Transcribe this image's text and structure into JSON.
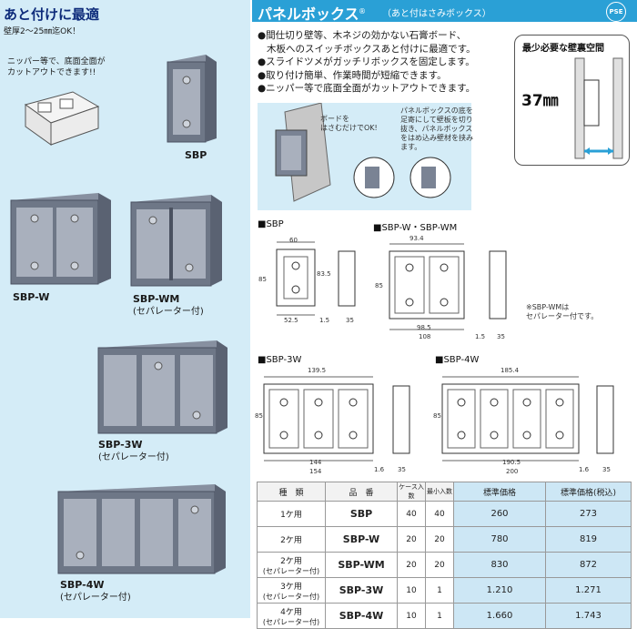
{
  "left": {
    "title": "あと付けに最適",
    "subtitle": "壁厚2〜25㎜迄OK！",
    "note_lines": [
      "ニッパー等で、底面全面が",
      "カットアウトできます!!"
    ],
    "captions": {
      "sbp": "SBP",
      "sbp_w": "SBP-W",
      "sbp_wm": "SBP-WM",
      "sbp_wm_sub": "(セパレーター付)",
      "sbp_3w": "SBP-3W",
      "sbp_3w_sub": "(セパレーター付)",
      "sbp_4w": "SBP-4W",
      "sbp_4w_sub": "(セパレーター付)"
    }
  },
  "header": {
    "title": "パネルボックス",
    "reg": "®",
    "subtitle": "（あと付はさみボックス）",
    "pse": "PSE"
  },
  "features": [
    "●間仕切り壁等、木ネジの効かない石膏ボード、",
    "木板へのスイッチボックスあと付けに最適です。",
    "●スライドツメがガッチリボックスを固定します。",
    "●取り付け簡単、作業時間が短縮できます。",
    "●ニッパー等で底面全面がカットアウトできます。"
  ],
  "space": {
    "title": "最少必要な壁裏空間",
    "value": "37㎜"
  },
  "callouts": {
    "board": [
      "ボードを",
      "はさむだけでOK!"
    ],
    "panel": [
      "パネルボックスの底を",
      "足寄にして壁板を切り",
      "抜き、パネルボックス",
      "をはめ込み壁材を挟み",
      "ます。"
    ]
  },
  "drawings": {
    "sbp": {
      "label": "■SBP",
      "dims": [
        "60",
        "83.5",
        "85",
        "52.5",
        "1.5",
        "35"
      ]
    },
    "sbp_w": {
      "label": "■SBP-W・SBP-WM",
      "dims": [
        "93.4",
        "85",
        "98.5",
        "108",
        "1.5",
        "35"
      ],
      "note": [
        "※SBP-WMは",
        "セパレーター付です。"
      ]
    },
    "sbp_3w": {
      "label": "■SBP-3W",
      "dims": [
        "139.5",
        "85",
        "144",
        "154",
        "1.6",
        "35"
      ]
    },
    "sbp_4w": {
      "label": "■SBP-4W",
      "dims": [
        "185.4",
        "85",
        "190.5",
        "200",
        "1.6",
        "35"
      ]
    }
  },
  "table": {
    "headers": [
      "種　類",
      "品　番",
      "ケース入数",
      "最小入数",
      "標準価格",
      "標準価格(税込)"
    ],
    "rows": [
      {
        "kind": [
          "1ケ用"
        ],
        "model": "SBP",
        "case": "40",
        "min": "40",
        "price": "260",
        "price_tax": "273"
      },
      {
        "kind": [
          "2ケ用"
        ],
        "model": "SBP-W",
        "case": "20",
        "min": "20",
        "price": "780",
        "price_tax": "819"
      },
      {
        "kind": [
          "2ケ用",
          "(セパレーター付)"
        ],
        "model": "SBP-WM",
        "case": "20",
        "min": "20",
        "price": "830",
        "price_tax": "872"
      },
      {
        "kind": [
          "3ケ用",
          "(セパレーター付)"
        ],
        "model": "SBP-3W",
        "case": "10",
        "min": "1",
        "price": "1.210",
        "price_tax": "1.271"
      },
      {
        "kind": [
          "4ケ用",
          "(セパレーター付)"
        ],
        "model": "SBP-4W",
        "case": "10",
        "min": "1",
        "price": "1.660",
        "price_tax": "1.743"
      }
    ]
  },
  "colors": {
    "panel_bg": "#d4ecf7",
    "header_bg": "#2aa0d6",
    "title_blue": "#0d2b7a",
    "box_gray": "#6e7787",
    "price_bg": "#cde7f5"
  }
}
